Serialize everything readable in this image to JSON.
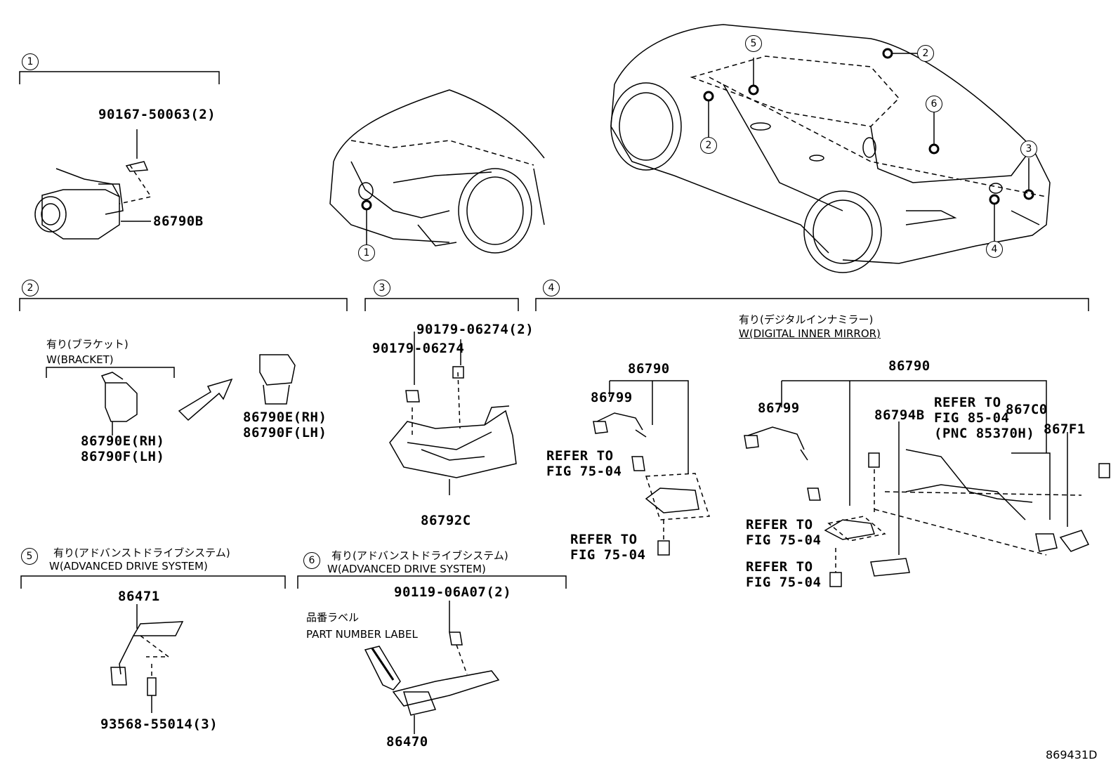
{
  "sections": {
    "s1": {
      "num": "1"
    },
    "s2": {
      "num": "2",
      "note_jp": "有り(ブラケット)",
      "note_en": "W(BRACKET)"
    },
    "s3": {
      "num": "3"
    },
    "s4": {
      "num": "4",
      "note_jp": "有り(デジタルインナミラー)",
      "note_en": "W(DIGITAL INNER MIRROR)"
    },
    "s5": {
      "num": "5",
      "note_jp": "有り(アドバンストドライブシステム)",
      "note_en": "W(ADVANCED DRIVE SYSTEM)"
    },
    "s6": {
      "num": "6",
      "note_jp": "有り(アドバンストドライブシステム)",
      "note_en": "W(ADVANCED DRIVE SYSTEM)",
      "label_jp": "品番ラベル",
      "label_en": "PART NUMBER LABEL"
    }
  },
  "car_callouts": [
    "1",
    "2",
    "2",
    "3",
    "4",
    "5",
    "6"
  ],
  "parts": {
    "p90167": "90167-50063(2)",
    "p86790B": "86790B",
    "p86790E_1": "86790E(RH)",
    "p86790F_1": "86790F(LH)",
    "p86790E_2": "86790E(RH)",
    "p86790F_2": "86790F(LH)",
    "p90179a": "90179-06274(2)",
    "p90179b": "90179-06274",
    "p86792C": "86792C",
    "p86790_a": "86790",
    "p86799_a": "86799",
    "p86790_b": "86790",
    "p86799_b": "86799",
    "p86794B": "86794B",
    "p867C0": "867C0",
    "p867F1": "867F1",
    "p86471": "86471",
    "p93568": "93568-55014(3)",
    "p90119": "90119-06A07(2)",
    "p86470": "86470"
  },
  "refs": {
    "r1a": "REFER TO",
    "r1b": "FIG 75-04",
    "r2a": "REFER TO",
    "r2b": "FIG 75-04",
    "r3a": "REFER TO",
    "r3b": "FIG 75-04",
    "r4a": "REFER TO",
    "r4b": "FIG 75-04",
    "r5a": "REFER TO",
    "r5b": "FIG 85-04",
    "r5c": "(PNC 85370H)"
  },
  "figure_id": "869431D"
}
